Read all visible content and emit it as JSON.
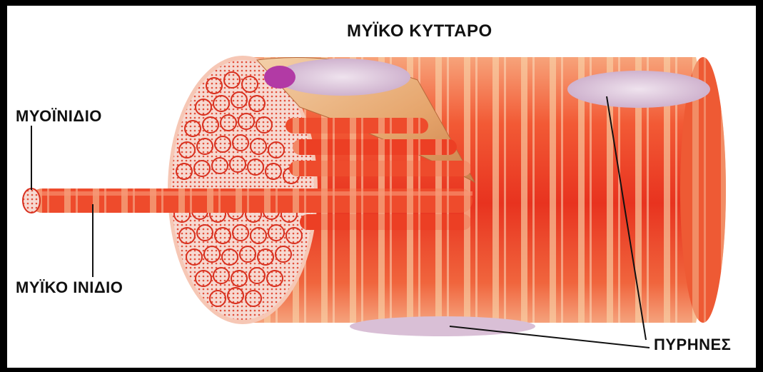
{
  "labels": {
    "title": "ΜΥΪΚΟ ΚΥΤΤΑΡΟ",
    "myofibril": "ΜΥΟΪΝΙΔΙΟ",
    "muscle_fiber": "ΜΥΪΚΟ ΙΝΙΔΙΟ",
    "nuclei": "ΠΥΡΗΝΕΣ"
  },
  "colors": {
    "fiber_red": "#e8331f",
    "fiber_orange": "#f06a3a",
    "stripe_light": "#f7c9a0",
    "nucleus": "#d9bfd6",
    "nucleus_dark": "#b23aa5",
    "membrane_tan": "#e6b07a"
  }
}
